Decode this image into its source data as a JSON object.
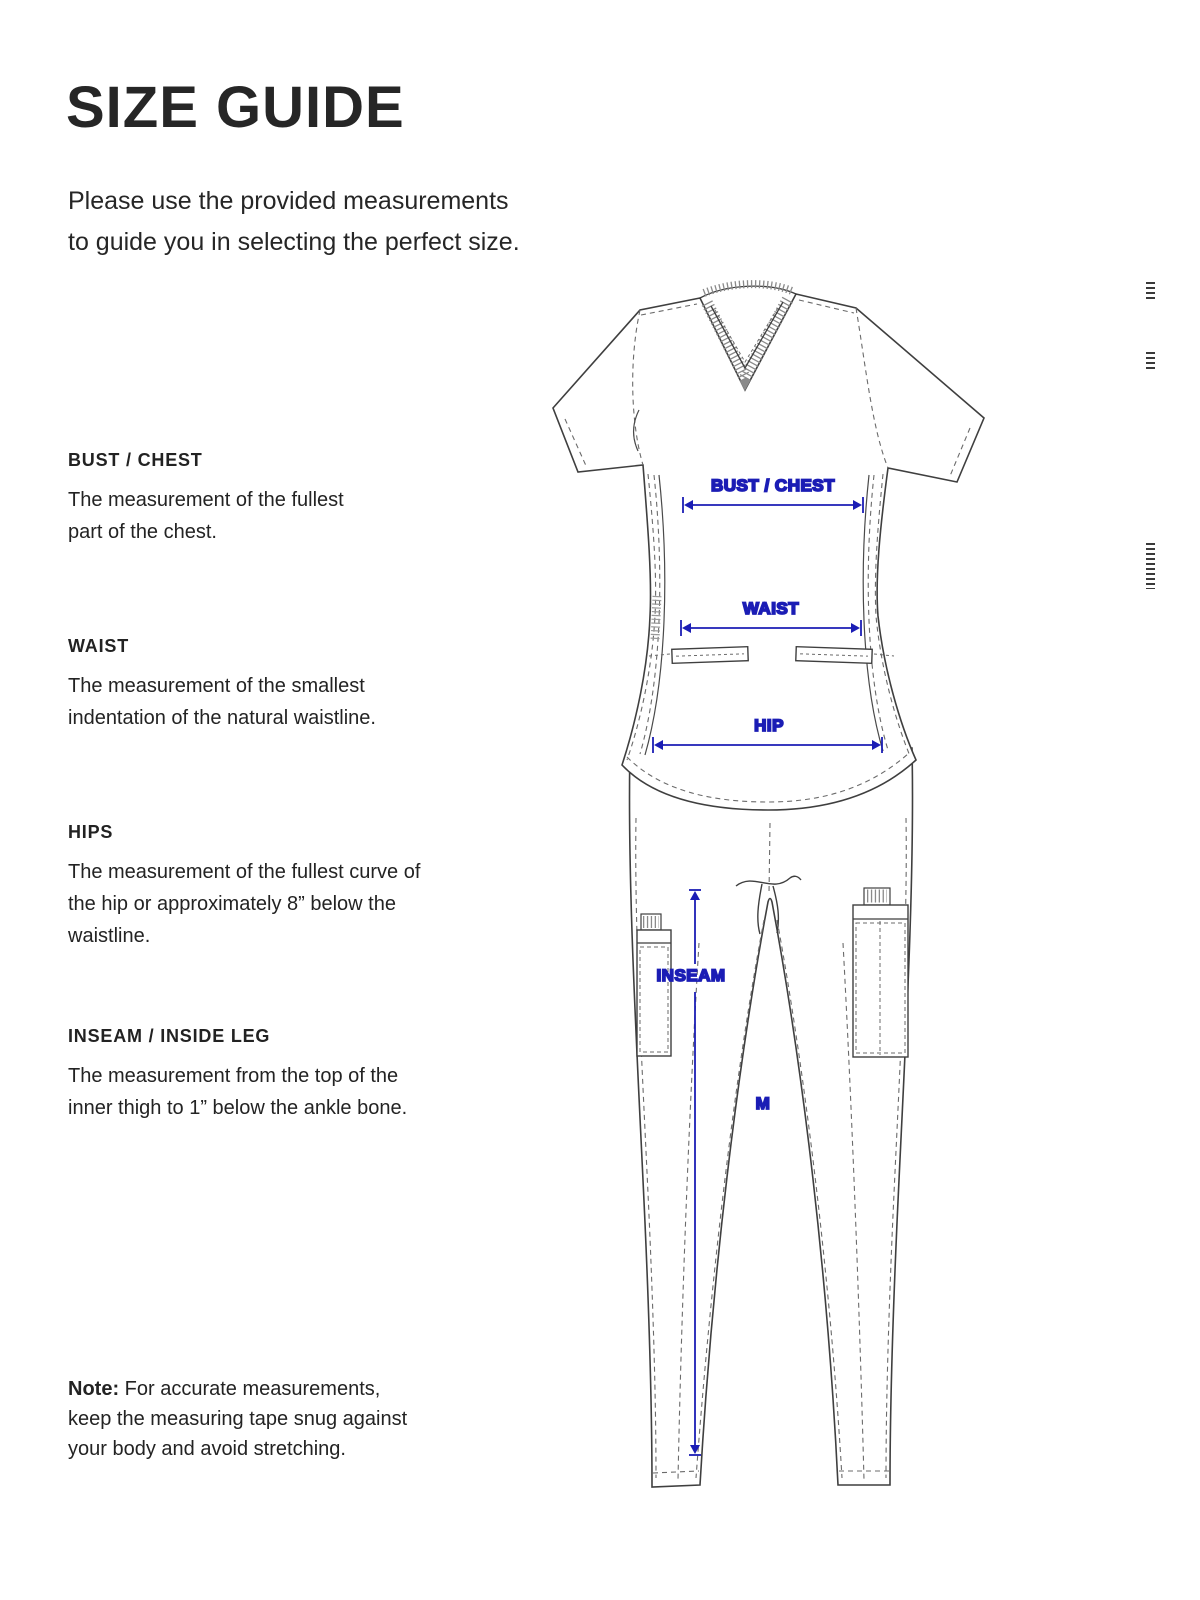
{
  "page": {
    "title": "SIZE GUIDE",
    "intro": "Please use the provided measurements to guide you in selecting the perfect size."
  },
  "sections": [
    {
      "heading": "BUST / CHEST",
      "body": "The measurement of the fullest part of the chest."
    },
    {
      "heading": "WAIST",
      "body": "The measurement of the smallest indentation of the natural waistline."
    },
    {
      "heading": "HIPS",
      "body": "The measurement of the fullest curve of the hip or approximately 8” below the waistline."
    },
    {
      "heading": "INSEAM / INSIDE LEG",
      "body": "The measurement from the top of the inner thigh to 1” below the ankle bone."
    }
  ],
  "note": {
    "label": "Note:",
    "body": " For accurate measurements, keep the measuring tape snug against your body and avoid stretching."
  },
  "diagram": {
    "figure": "scrub-top-and-pants-technical-sketch",
    "labels": {
      "bust": "BUST / CHEST",
      "waist": "WAIST",
      "hip": "HIP",
      "inseam": "INSEAM",
      "size_marker": "M"
    },
    "colors": {
      "measurement_blue": "#1b1db5",
      "outline_gray": "#3f3f3f"
    }
  }
}
